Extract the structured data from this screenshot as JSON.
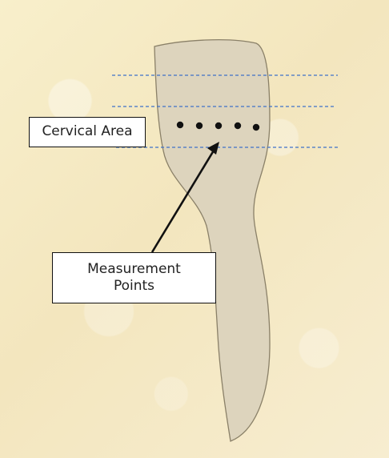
{
  "diagram": {
    "labels": {
      "cervical_area": "Cervical Area",
      "measurement_line_1": "Measurement",
      "measurement_line_2": "Points"
    },
    "colors": {
      "background": "#f7eecb",
      "tooth_fill": "#ddd4bd",
      "tooth_outline": "#8a8068",
      "guide_line": "#3f72c9",
      "point_color": "#111111",
      "box_border": "#111111",
      "box_fill": "#ffffff"
    },
    "measurement_point_count": 5
  }
}
